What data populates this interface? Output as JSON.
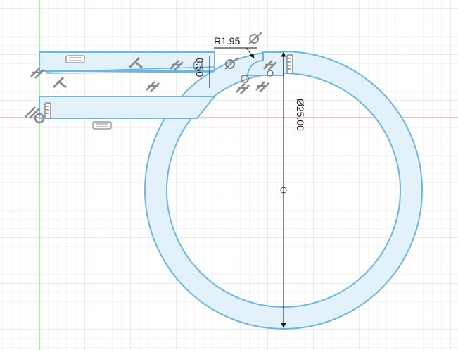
{
  "sketch": {
    "dimensions": {
      "radius_label": "R1.95",
      "thickness_label": "0.50",
      "diameter_label": "Ø25.00"
    },
    "colors": {
      "background": "#ffffff",
      "grid_minor": "#ececec",
      "grid_major": "#d6d6d6",
      "axis_x": "#e8a0a0",
      "axis_y": "#8fd18f",
      "profile_fill": "#e3f1fb",
      "profile_stroke": "#6fb6dd",
      "dimension": "#111111",
      "constraint_glyph": "#8a8a8a"
    },
    "constraint_icons": [
      "parallel-icon",
      "horizontal-icon",
      "perpendicular-icon",
      "tangent-icon",
      "coincident-icon",
      "fix-icon",
      "equal-icon",
      "midpoint-icon"
    ]
  }
}
